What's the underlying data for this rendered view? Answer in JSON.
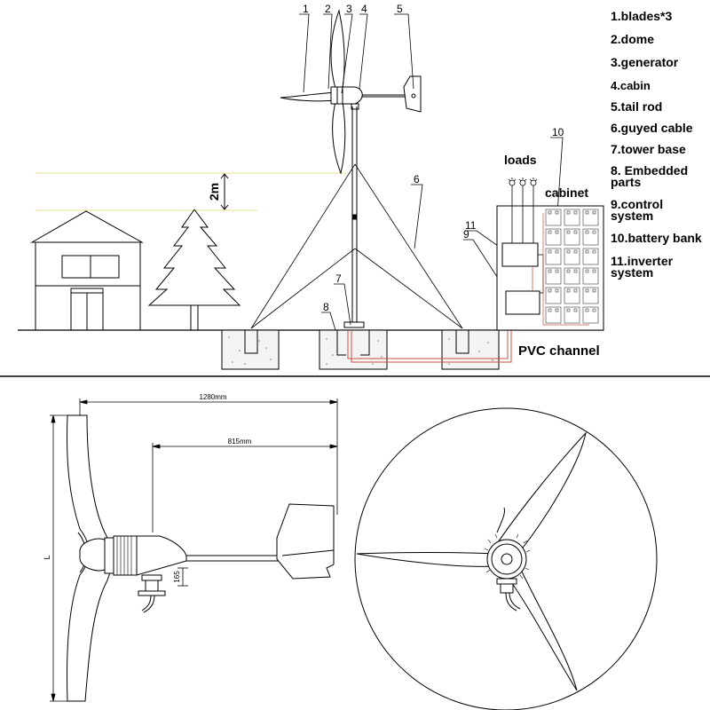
{
  "legend": [
    "1.blades*3",
    "2.dome",
    "3.generator",
    "4.cabin",
    "5.tail rod",
    "6.guyed cable",
    "7.tower base",
    "8. Embedded\nparts",
    "9.control\nsystem",
    "10.battery bank",
    "11.inverter\nsystem"
  ],
  "callouts": {
    "n1": "1",
    "n2": "2",
    "n3": "3",
    "n4": "4",
    "n5": "5",
    "n6": "6",
    "n7": "7",
    "n8": "8",
    "n9": "9",
    "n10": "10",
    "n11": "11"
  },
  "labels": {
    "height": "2m",
    "loads": "loads",
    "cabinet": "cabinet",
    "pvc": "PVC channel"
  },
  "dimensions": {
    "overall": "1280mm",
    "tail": "815mm",
    "height": "165",
    "blade": "L"
  }
}
